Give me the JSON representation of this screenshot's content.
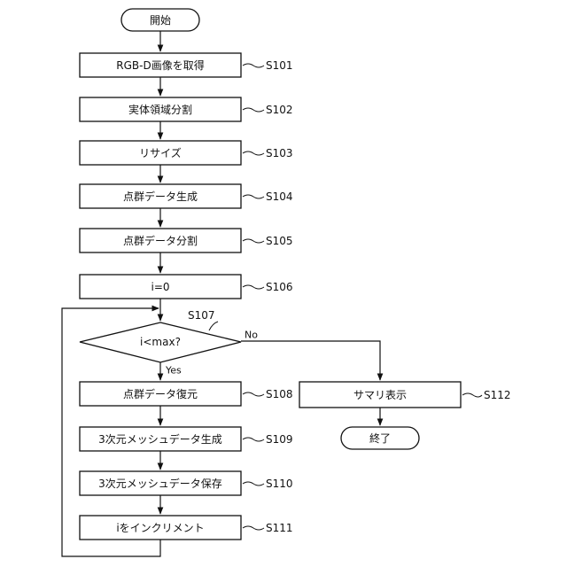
{
  "flowchart": {
    "start": "開始",
    "end": "終了",
    "steps": [
      {
        "label": "RGB-D画像を取得",
        "id": "S101"
      },
      {
        "label": "実体領域分割",
        "id": "S102"
      },
      {
        "label": "リサイズ",
        "id": "S103"
      },
      {
        "label": "点群データ生成",
        "id": "S104"
      },
      {
        "label": "点群データ分割",
        "id": "S105"
      },
      {
        "label": "i=0",
        "id": "S106"
      },
      {
        "label": "点群データ復元",
        "id": "S108"
      },
      {
        "label": "3次元メッシュデータ生成",
        "id": "S109"
      },
      {
        "label": "3次元メッシュデータ保存",
        "id": "S110"
      },
      {
        "label": "iをインクリメント",
        "id": "S111"
      },
      {
        "label": "サマリ表示",
        "id": "S112"
      }
    ],
    "decision": {
      "label": "i<max?",
      "id": "S107",
      "yes": "Yes",
      "no": "No"
    }
  }
}
